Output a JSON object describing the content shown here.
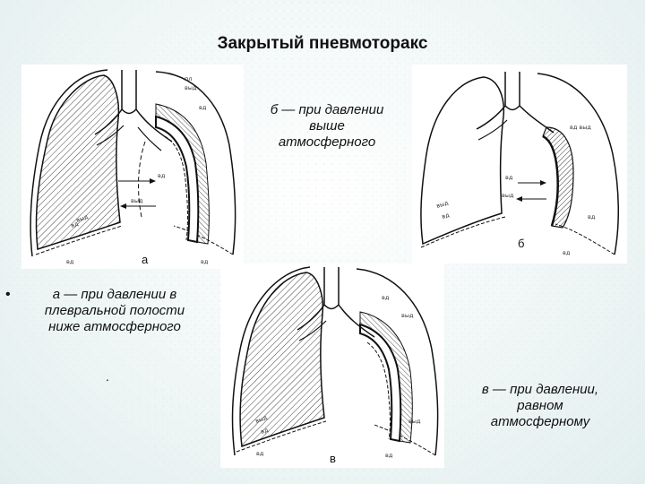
{
  "title": "Закрытый пневмоторакс",
  "panels": {
    "a": {
      "letter": "а",
      "caption_lines": [
        "а — при давлении в",
        "плевральной полости",
        "ниже атмосферного"
      ],
      "labels": {
        "pl": "пл",
        "vyd1": "выд",
        "vd1": "вд",
        "vd2": "вд",
        "vyd2": "выд",
        "vd3": "вд",
        "vyd3": "выд",
        "vd4": "вд",
        "vd5": "вд"
      }
    },
    "b": {
      "letter": "б",
      "caption_lines": [
        "б — при давлении",
        "выше",
        "атмосферного"
      ],
      "labels": {
        "vdvyd": "вд выд",
        "vd1": "вд",
        "vyd1": "выд",
        "vyd2": "выд",
        "vd2": "вд",
        "vd3": "вд",
        "vd4": "вд"
      }
    },
    "c": {
      "letter": "в",
      "caption_lines": [
        "в — при давлении,",
        "равном",
        "атмосферному"
      ],
      "labels": {
        "vd1": "вд",
        "vyd1": "выд",
        "vyd2": "выд",
        "vd2": "вд",
        "vd3": "вд",
        "vd4": "вд",
        "vyd3": "выд"
      }
    }
  },
  "bullet": "•",
  "dot": "."
}
